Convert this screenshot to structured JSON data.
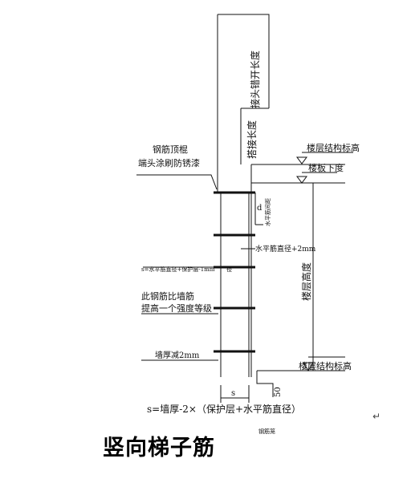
{
  "diagram": {
    "labels": {
      "splice_length_top": "接头错开长度",
      "lap_length": "搭接长度",
      "floor_structural_elev_top": "楼层结构标高",
      "slab_bottom": "楼板下度",
      "top_bar_note_line1": "钢筋顶棍",
      "top_bar_note_line2": "端头涂刷防锈漆",
      "d_mark": "d",
      "d_note": "水平筋间距",
      "horizontal_bar_dim": "水平筋直径+2mm",
      "s_formula_small": "s=水平筋直径+保护层-1mm",
      "small_mark": "径",
      "floor_height": "楼层高度",
      "stronger_bar_line1": "此钢筋比墙筋",
      "stronger_bar_line2": "提高一个强度等级",
      "wall_thickness": "墙厚减2mm",
      "floor_structural_elev_bottom": "楼层结构标高",
      "dim_50": "50",
      "s_mark": "s",
      "s_formula": "s=墙厚-2×（保护层+水平筋直径）",
      "bottom_cut_text": "钢筋笼"
    },
    "colors": {
      "line": "#111111",
      "background": "#ffffff"
    }
  },
  "caption": {
    "title": "竖向梯子筋",
    "return_mark": "↵"
  }
}
